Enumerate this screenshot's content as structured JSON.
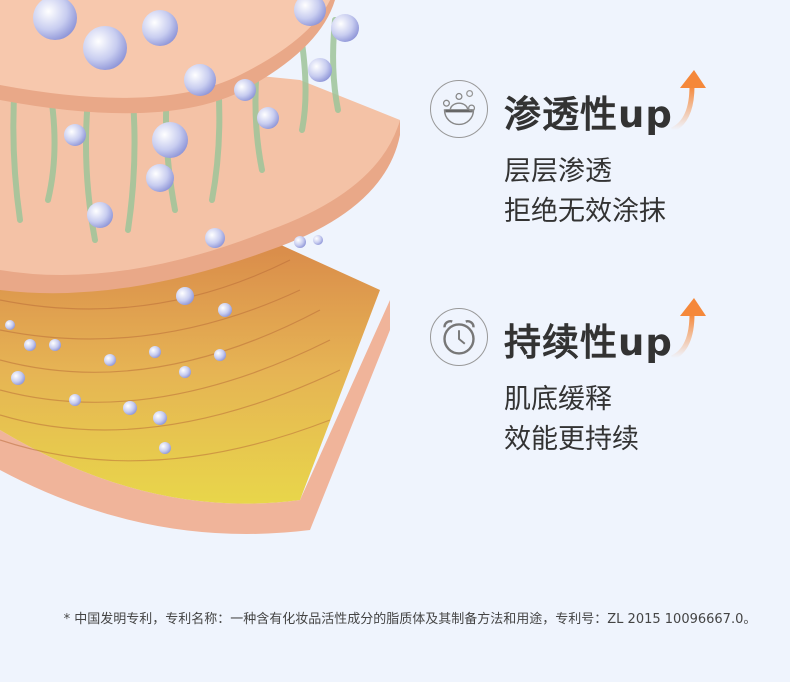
{
  "features": [
    {
      "icon": "skin-absorption-icon",
      "title": "渗透性up",
      "lines": [
        "层层渗透",
        "拒绝无效涂抹"
      ]
    },
    {
      "icon": "alarm-clock-icon",
      "title": "持续性up",
      "lines": [
        "肌底缓释",
        "效能更持续"
      ]
    }
  ],
  "footnote": "* 中国发明专利，专利名称：一种含有化妆品活性成分的脂质体及其制备方法和用途，专利号：ZL 2015 10096667.0。",
  "colors": {
    "background": "#eff4fd",
    "arrow": "#f5883a",
    "skin": "#f4c2a6"
  }
}
